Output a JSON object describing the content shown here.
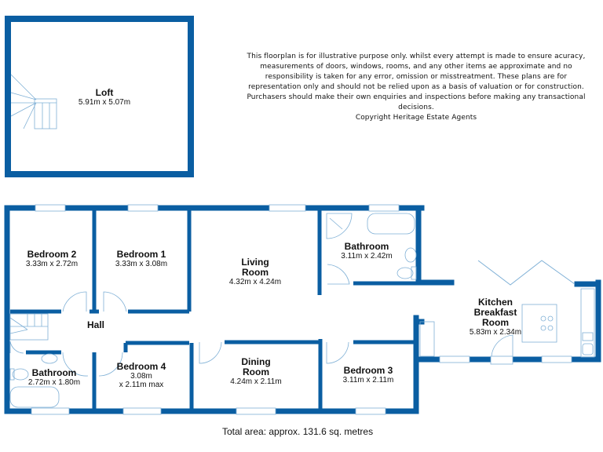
{
  "colors": {
    "wall": "#0a5ea2",
    "fixture": "#7fb0d6",
    "background": "#ffffff",
    "text": "#111111"
  },
  "disclaimer": {
    "text": "This floorplan is for illustrative purpose only. whilst every attempt is made to ensure acuracy, measurements of doors, windows, rooms, and any other items ae approximate and no responsibility is taken for any error, omission or misstreatment. These plans are for representation only and should not be relied upon as a basis of valuation or for construction. Purchasers should make their own enquiries and inspections before making any transactional decisions.",
    "copyright": "Copyright Heritage Estate Agents"
  },
  "total_area": "Total area: approx. 131.6 sq. metres",
  "rooms": {
    "loft": {
      "name": "Loft",
      "dims": "5.91m x 5.07m"
    },
    "bedroom2": {
      "name": "Bedroom 2",
      "dims": "3.33m x 2.72m"
    },
    "bedroom1": {
      "name": "Bedroom 1",
      "dims": "3.33m x 3.08m"
    },
    "living": {
      "name": "Living Room",
      "name1": "Living",
      "name2": "Room",
      "dims": "4.32m x 4.24m"
    },
    "bathroom_main": {
      "name": "Bathroom",
      "dims": "3.11m x 2.42m"
    },
    "hall": {
      "name": "Hall"
    },
    "bathroom_small": {
      "name": "Bathroom",
      "dims": "2.72m x 1.80m"
    },
    "bedroom4": {
      "name": "Bedroom 4",
      "dims1": "3.08m",
      "dims2": "x 2.11m max"
    },
    "dining": {
      "name": "Dining Room",
      "name1": "Dining",
      "name2": "Room",
      "dims": "4.24m x 2.11m"
    },
    "bedroom3": {
      "name": "Bedroom 3",
      "dims": "3.11m x 2.11m"
    },
    "kitchen": {
      "name": "Kitchen Breakfast Room",
      "name1": "Kitchen",
      "name2": "Breakfast",
      "name3": "Room",
      "dims": "5.83m x 2.34m"
    }
  }
}
